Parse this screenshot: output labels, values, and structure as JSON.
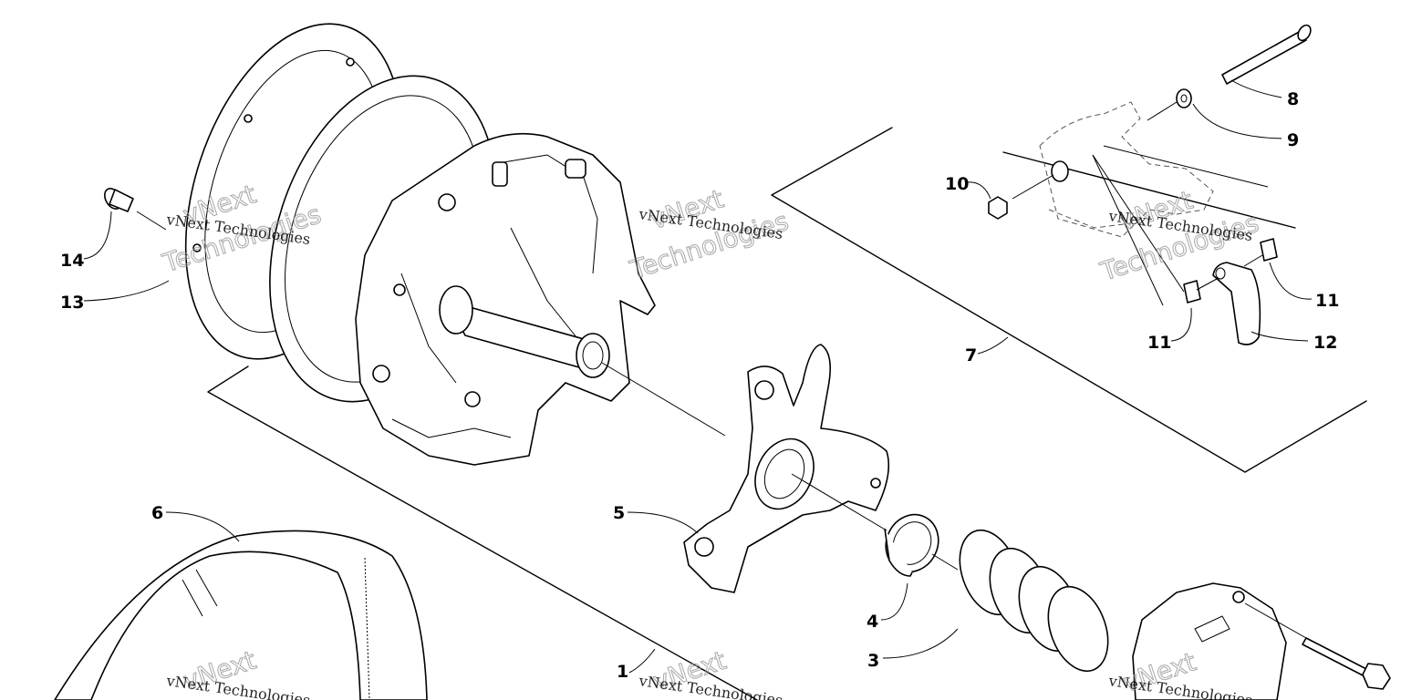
{
  "callouts": {
    "c1": "1",
    "c3": "3",
    "c4": "4",
    "c5": "5",
    "c6": "6",
    "c7": "7",
    "c8": "8",
    "c9": "9",
    "c10": "10",
    "c11a": "11",
    "c11b": "11",
    "c12": "12",
    "c13": "13",
    "c14": "14"
  },
  "watermark": {
    "line1": "vNext Technologies",
    "line2": "Technologies",
    "line3": "vNext"
  }
}
